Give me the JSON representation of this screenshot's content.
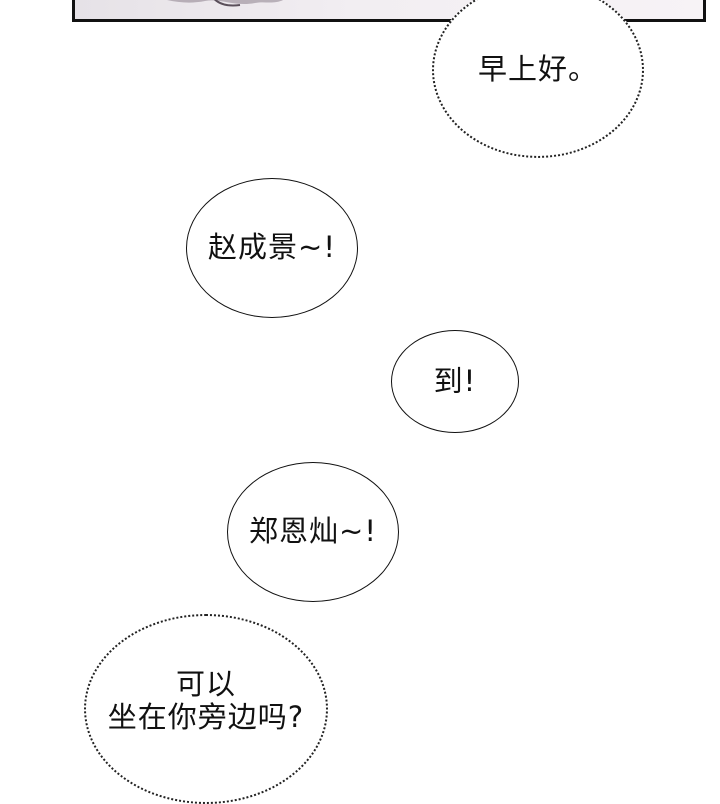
{
  "panel": {
    "description_hidden": true
  },
  "bubbles": [
    {
      "text": "早上好。"
    },
    {
      "text": "赵成景~!"
    },
    {
      "text": "到!"
    },
    {
      "text": "郑恩灿~!"
    },
    {
      "lines": [
        "可以",
        "坐在你旁边吗?"
      ]
    }
  ]
}
